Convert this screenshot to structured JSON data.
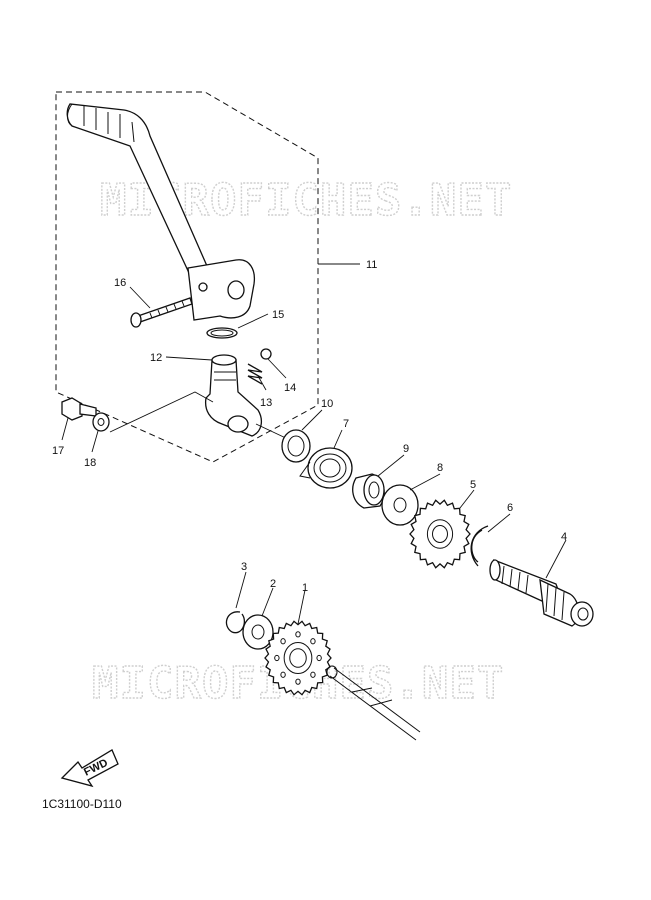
{
  "diagram": {
    "watermark": "MICROFICHES.NET",
    "diagram_code": "1C31100-D110",
    "fwd_label": "FWD",
    "callouts": [
      "1",
      "2",
      "3",
      "4",
      "5",
      "6",
      "7",
      "8",
      "9",
      "10",
      "11",
      "12",
      "13",
      "14",
      "15",
      "16",
      "17",
      "18"
    ]
  }
}
